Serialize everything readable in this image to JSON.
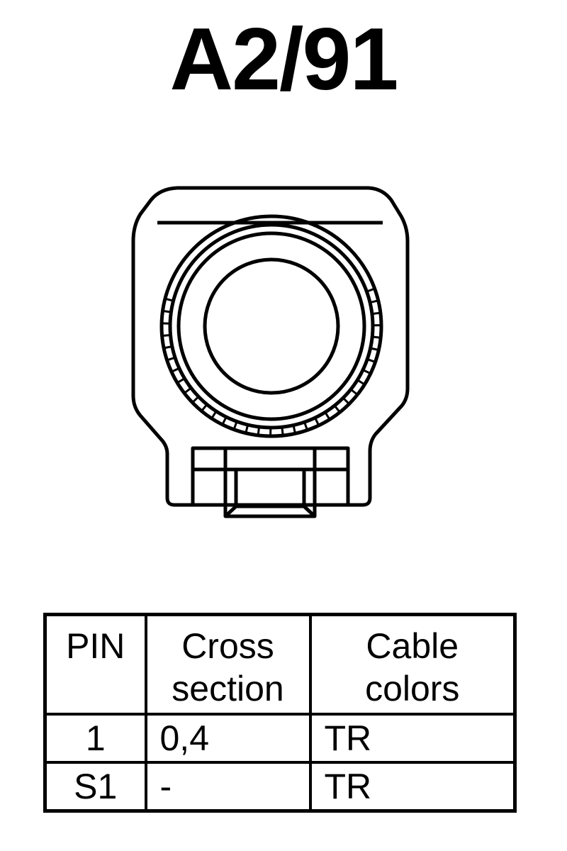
{
  "title": "A2/91",
  "table": {
    "headers": {
      "pin": "PIN",
      "cross_section": [
        "Cross",
        "section"
      ],
      "cable_colors": [
        "Cable",
        "colors"
      ]
    },
    "rows": [
      {
        "pin": "1",
        "cross_section": "0,4",
        "cable_color": "TR"
      },
      {
        "pin": "S1",
        "cross_section": "-",
        "cable_color": "TR"
      }
    ]
  }
}
